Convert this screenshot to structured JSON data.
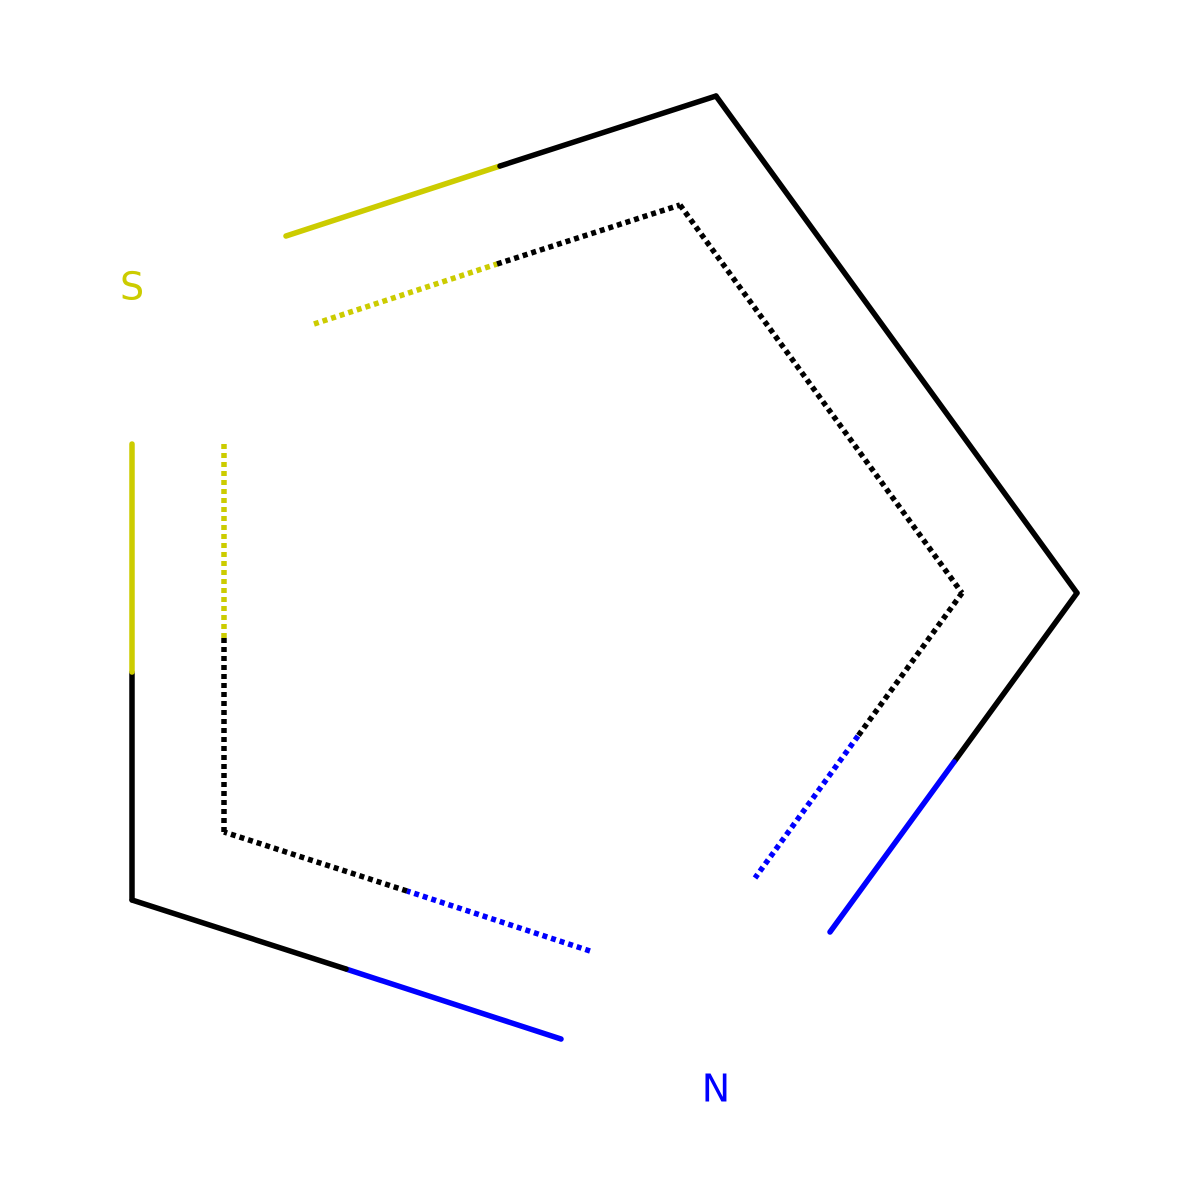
{
  "molecule": {
    "atoms": [
      {
        "id": "S1",
        "symbol": "S",
        "color": "#CCCC00",
        "label": "S"
      },
      {
        "id": "C2",
        "symbol": "C",
        "color": "#000000",
        "label": ""
      },
      {
        "id": "C3",
        "symbol": "C",
        "color": "#000000",
        "label": ""
      },
      {
        "id": "N4",
        "symbol": "N",
        "color": "#0000FF",
        "label": "N"
      },
      {
        "id": "C5",
        "symbol": "C",
        "color": "#000000",
        "label": ""
      }
    ],
    "bonds": [
      {
        "from": "S1",
        "to": "C2",
        "order": "aromatic"
      },
      {
        "from": "C2",
        "to": "C3",
        "order": "aromatic"
      },
      {
        "from": "C3",
        "to": "N4",
        "order": "aromatic"
      },
      {
        "from": "N4",
        "to": "C5",
        "order": "aromatic"
      },
      {
        "from": "C5",
        "to": "S1",
        "order": "aromatic"
      }
    ]
  },
  "colors": {
    "sulfur": "#CCCC00",
    "nitrogen": "#0000FF",
    "carbon": "#000000",
    "background": "#FFFFFF"
  }
}
